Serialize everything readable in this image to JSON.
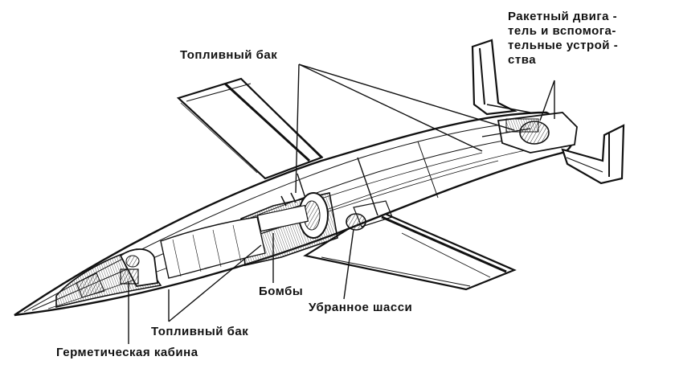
{
  "labels": {
    "fuel_tank_top": "Топливный бак",
    "rocket_engine": [
      "Ракетный двига -",
      "тель и вспомога-",
      "тельные устрой -",
      "ства"
    ],
    "bombs": "Бомбы",
    "landing_gear": "Убранное шасси",
    "fuel_tank_bottom": "Топливный бак",
    "cabin": "Герметическая кабина"
  },
  "colors": {
    "ink": "#111111",
    "paper": "#ffffff",
    "hatch": "#333333"
  }
}
